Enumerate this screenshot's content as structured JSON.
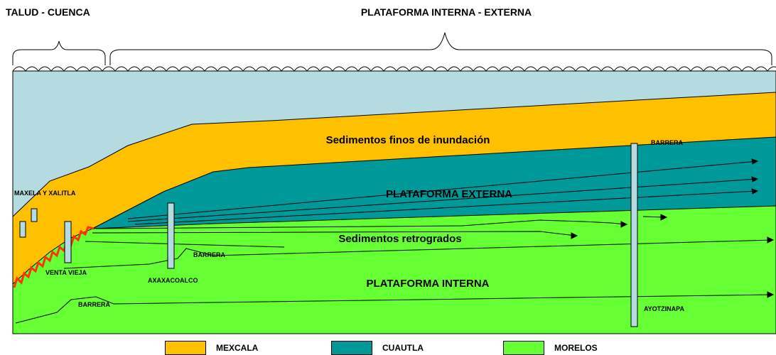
{
  "regions": {
    "left_title": "TALUD - CUENCA",
    "right_title": "PLATAFORMA INTERNA - EXTERNA"
  },
  "labels": {
    "sed_finos": "Sedimentos finos de inundación",
    "plat_externa": "PLATAFORMA EXTERNA",
    "sed_retro": "Sedimentos retrogrados",
    "plat_interna": "PLATAFORMA INTERNA",
    "maxela": "MAXELA Y XALITLA",
    "venta_vieja": "VENTA VIEJA",
    "axaxacoalco": "AXAXACOALCO",
    "ayotzinapa": "AYOTZINAPA",
    "barrera_top": "BARRERA",
    "barrera_mid": "BARRERA",
    "barrera_low": "BARRERA"
  },
  "legend": [
    {
      "label": "MEXCALA",
      "color": "#FFC000"
    },
    {
      "label": "CUAUTLA",
      "color": "#009999"
    },
    {
      "label": "MORELOS",
      "color": "#66FF33"
    }
  ],
  "colors": {
    "sea": "#B4DCE0",
    "mexcala": "#FFC000",
    "cuautla": "#009999",
    "morelos": "#66FF33",
    "facies_contact": "#FF3300"
  }
}
